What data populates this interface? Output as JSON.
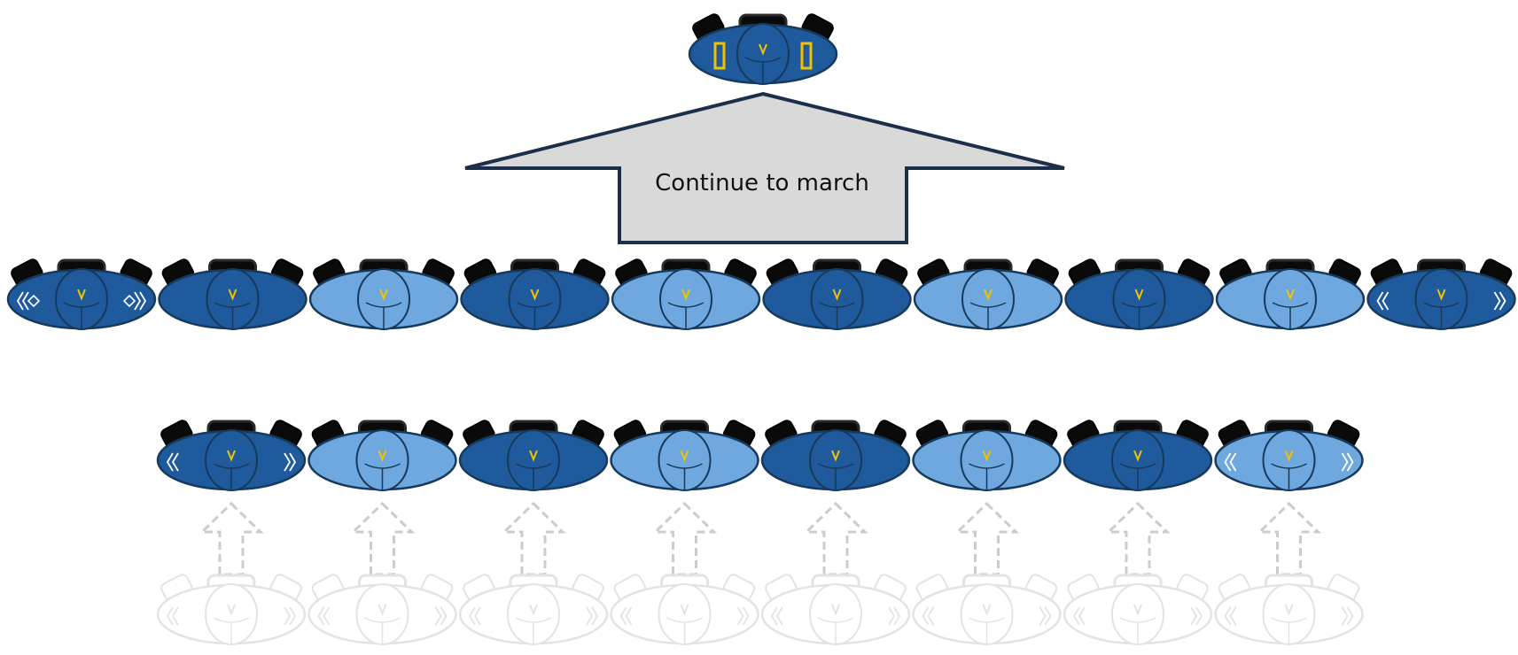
{
  "diagram": {
    "arrow_label": "Continue to march",
    "colors": {
      "uniform_dark": "#1f5a9c",
      "uniform_light": "#6ea8de",
      "outline": "#173a5c",
      "hat": "#0a0a0a",
      "hat_brim": "#2a2a2a",
      "insignia": "#f2c200",
      "arrow_fill": "#d9d9d9",
      "arrow_stroke": "#1c2f4a",
      "ghost": "#e3e3e3",
      "ghost_arrow": "#cccccc",
      "white": "#ffffff"
    },
    "leader": {
      "role": "leader",
      "shade": "dark",
      "mark": "sash"
    },
    "front_rank": [
      {
        "shade": "dark",
        "mark": "chevron-diamond"
      },
      {
        "shade": "dark",
        "mark": "none"
      },
      {
        "shade": "light",
        "mark": "none"
      },
      {
        "shade": "dark",
        "mark": "none"
      },
      {
        "shade": "light",
        "mark": "none"
      },
      {
        "shade": "dark",
        "mark": "none"
      },
      {
        "shade": "light",
        "mark": "none"
      },
      {
        "shade": "dark",
        "mark": "none"
      },
      {
        "shade": "light",
        "mark": "none"
      },
      {
        "shade": "dark",
        "mark": "chevron"
      }
    ],
    "rear_rank": [
      {
        "shade": "dark",
        "mark": "chevron"
      },
      {
        "shade": "light",
        "mark": "none"
      },
      {
        "shade": "dark",
        "mark": "none"
      },
      {
        "shade": "light",
        "mark": "none"
      },
      {
        "shade": "dark",
        "mark": "none"
      },
      {
        "shade": "light",
        "mark": "none"
      },
      {
        "shade": "dark",
        "mark": "none"
      },
      {
        "shade": "light",
        "mark": "chevron"
      }
    ],
    "ghost_rank_count": 8
  }
}
